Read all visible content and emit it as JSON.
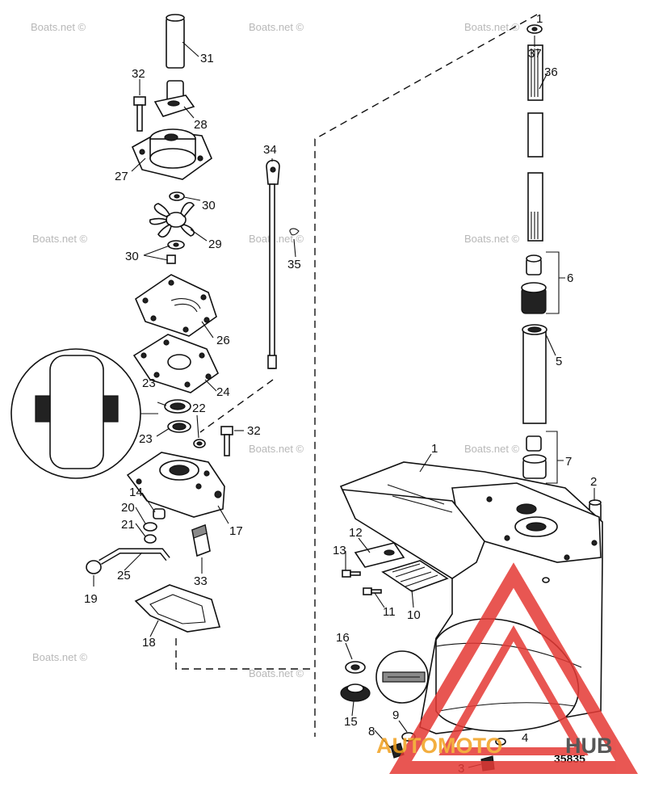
{
  "diagram": {
    "drawing_number": "35835",
    "part_labels": [
      "1",
      "2",
      "3",
      "4",
      "5",
      "6",
      "7",
      "8",
      "9",
      "10",
      "11",
      "12",
      "13",
      "14",
      "15",
      "16",
      "17",
      "18",
      "19",
      "20",
      "21",
      "22",
      "23",
      "23",
      "24",
      "25",
      "26",
      "27",
      "28",
      "29",
      "30",
      "30",
      "31",
      "32",
      "32",
      "33",
      "34",
      "35",
      "36",
      "37"
    ],
    "watermark": "Boats.net ©"
  },
  "logo": {
    "text_left": "AUTOMOTO",
    "text_right": "HUB",
    "colors": {
      "triangle": "#e53935",
      "text_left": "#f2a01e",
      "text_right": "#3a3a3a"
    }
  },
  "colors": {
    "ink": "#111111",
    "background": "#ffffff",
    "watermark": "#b8b8b8"
  }
}
